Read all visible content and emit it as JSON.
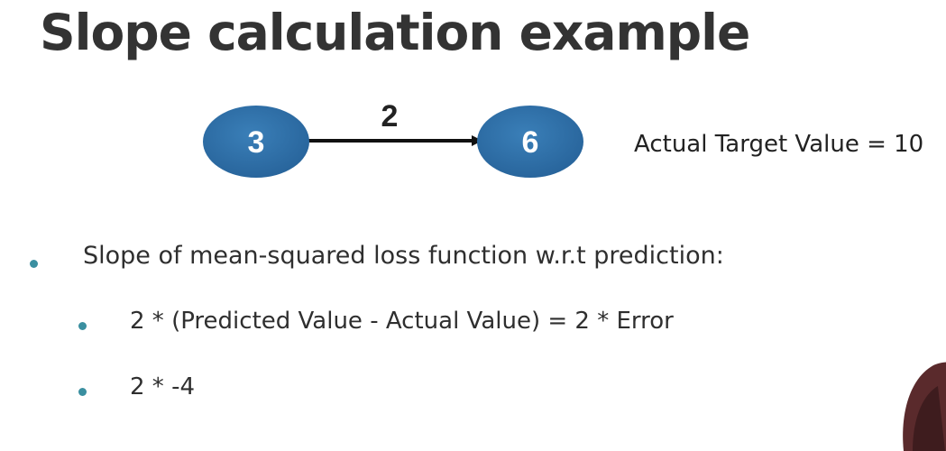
{
  "title": "Slope calculation example",
  "diagram": {
    "nodes": [
      {
        "id": "input",
        "label": "3"
      },
      {
        "id": "output",
        "label": "6"
      }
    ],
    "edges": [
      {
        "from": "input",
        "to": "output",
        "label": "2"
      }
    ],
    "node_color": "#2f6ea6"
  },
  "target_text": "Actual Target Value = 10",
  "bullets": [
    {
      "text": "Slope of mean-squared loss function w.r.t prediction:"
    },
    {
      "text": "2 * (Predicted Value - Actual Value) = 2 * Error"
    },
    {
      "text": "2 * -4"
    }
  ],
  "colors": {
    "bullet": "#3a8fa0",
    "title": "#333333"
  }
}
